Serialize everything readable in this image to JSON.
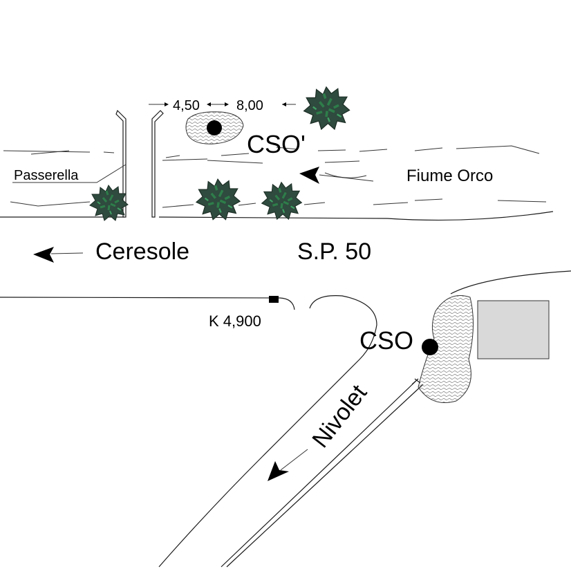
{
  "labels": {
    "passerella": "Passerella",
    "dim_left": "4,50",
    "dim_right": "8,00",
    "cso_prime": "CSO'",
    "fiume": "Fiume Orco",
    "ceresole": "Ceresole",
    "road": "S.P. 50",
    "km": "K 4,900",
    "cso": "CSO",
    "nivolet": "Nivolet"
  },
  "colors": {
    "bush_dark": "#2f4a3e",
    "bush_green": "#2e7d4a",
    "building_fill": "#d9d9d9",
    "point": "#000000"
  }
}
